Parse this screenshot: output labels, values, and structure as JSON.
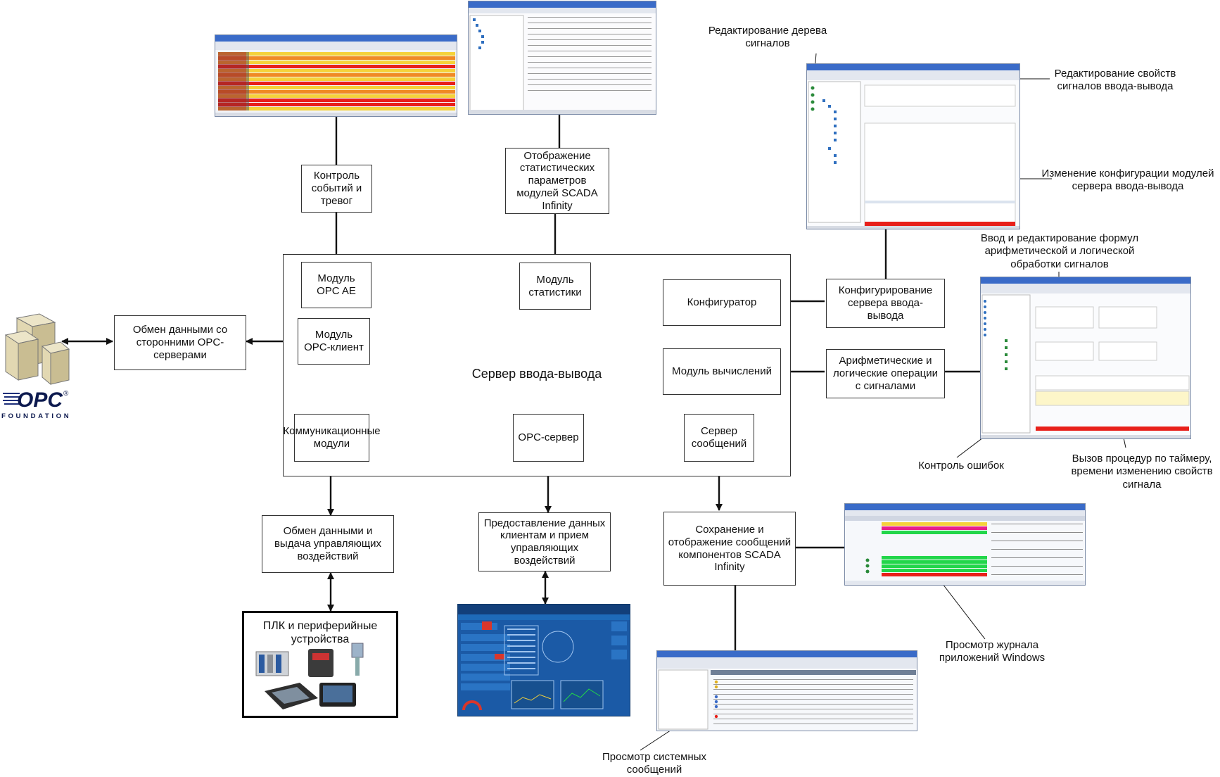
{
  "diagram": {
    "server": {
      "title": "Сервер ввода-вывода"
    },
    "modules": {
      "opc_ae": "Модуль OPC AE",
      "statistics": "Модуль статистики",
      "opc_client": "Модуль OPC-клиент",
      "configurator": "Конфигуратор",
      "calc": "Модуль вычислений",
      "comm": "Коммуникационные модули",
      "opc_server": "OPC-сервер",
      "msg_server": "Сервер сообщений"
    },
    "boxes": {
      "events": "Контроль событий и тревог",
      "stats_display": "Отображение статистических параметров модулей SCADA Infinity",
      "opc_exchange": "Обмен данными со сторонними OPC-серверами",
      "io_config": "Конфигурирование сервера ввода-вывода",
      "arith": "Арифметические и логические операции с сигналами",
      "data_exchange": "Обмен данными и выдача управляющих воздействий",
      "clients": "Предоставление данных клиентам и прием управляющих воздействий",
      "messages": "Сохранение и отображение сообщений компонентов SCADA Infinity",
      "plc": "ПЛК и периферийные устройства"
    },
    "labels": {
      "tree_edit": "Редактирование дерева сигналов",
      "props_edit": "Редактирование свойств сигналов ввода-вывода",
      "config_change": "Изменение конфигурации модулей сервера ввода-вывода",
      "formula_edit": "Ввод и редактирование формул арифметической и логической обработки сигналов",
      "error_ctrl": "Контроль ошибок",
      "proc_call": "Вызов процедур по таймеру, времени изменению свойств сигнала",
      "win_log": "Просмотр журнала приложений Windows",
      "sys_msgs": "Просмотр системных сообщений"
    },
    "logo": {
      "text": "OPC",
      "sub": "FOUNDATION"
    }
  },
  "colors": {
    "line": "#111111",
    "alarm_red": "#e8201a",
    "alarm_yellow": "#f5d23a",
    "alarm_orange": "#f08a24",
    "ok_green": "#22d64a",
    "scada_blue": "#1b5aa6",
    "window_title": "#3a6bc8"
  }
}
